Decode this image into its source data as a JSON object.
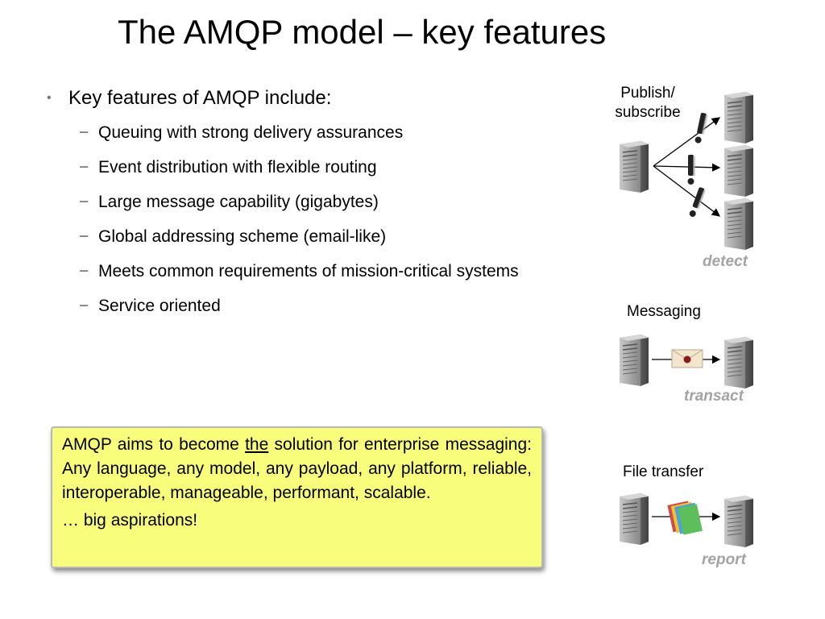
{
  "slide": {
    "title": "The AMQP model – key features"
  },
  "bullets": {
    "main": "Key features of AMQP include:",
    "items": [
      "Queuing with strong delivery assurances",
      "Event distribution with flexible routing",
      "Large message capability (gigabytes)",
      "Global addressing scheme (email-like)",
      "Meets common requirements of mission-critical systems",
      "Service oriented"
    ]
  },
  "callout": {
    "text_before": "AMQP aims to become ",
    "underlined": "the",
    "text_after": " solution for enterprise messaging: Any language, any model, any payload, any platform, reliable, interoperable, manageable, performant, scalable.",
    "closing": "… big aspirations!"
  },
  "diagrams": {
    "publish": {
      "label_line1": "Publish/",
      "label_line2": "subscribe",
      "tag": "detect"
    },
    "messaging": {
      "label": "Messaging",
      "tag": "transact"
    },
    "file": {
      "label": "File transfer",
      "tag": "report"
    }
  },
  "colors": {
    "callout_background": "#f8fd7c",
    "tag_text": "#a3a3a3",
    "server_body": "#8e8e8e"
  },
  "icons": [
    "server-icon",
    "exclamation-icon",
    "envelope-icon",
    "folders-icon"
  ]
}
